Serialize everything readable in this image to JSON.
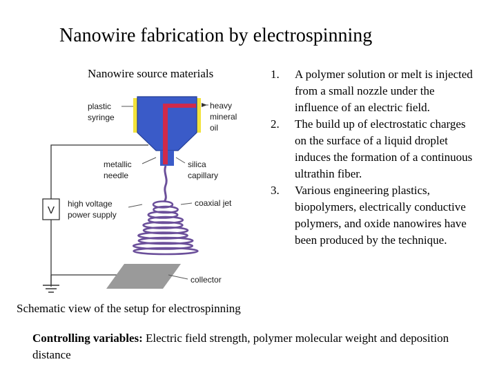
{
  "slide": {
    "title": "Nanowire fabrication by electrospinning",
    "subtitle": "Nanowire source materials",
    "points": [
      {
        "number": "1.",
        "text": "A polymer solution or melt is injected from a small nozzle under the influence of an electric field."
      },
      {
        "number": "2.",
        "text": "The build up of electrostatic charges on the surface of a liquid droplet induces the formation of a continuous ultrathin fiber."
      },
      {
        "number": "3.",
        "text": "Various engineering plastics, biopolymers, electrically conductive polymers, and oxide nanowires have been produced by the technique."
      }
    ],
    "caption": "Schematic view of the setup for electrospinning",
    "controls_label": "Controlling variables:",
    "controls_text": " Electric field strength, polymer molecular weight and deposition distance"
  },
  "diagram": {
    "labels": {
      "plastic": "plastic",
      "syringe": "syringe",
      "heavy": "heavy",
      "mineral": "mineral",
      "oil": "oil",
      "metallic": "metallic",
      "needle": "needle",
      "silica": "silica",
      "capillary": "capillary",
      "hv1": "high voltage",
      "hv2": "power supply",
      "coaxial": "coaxial jet",
      "collector": "collector",
      "voltmeter": "V"
    },
    "colors": {
      "syringe": "#3a5bc8",
      "syringe_edge": "#233d94",
      "mineral_oil": "#f2e23a",
      "core_fluid": "#d02a4a",
      "fiber": "#6b4f9a",
      "wire": "#333333",
      "collector": "#9a9a9a"
    }
  }
}
